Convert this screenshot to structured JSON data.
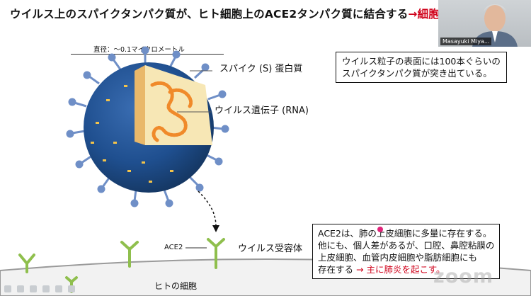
{
  "slide": {
    "title": "ウイルス上のスパイクタンパク質が、ヒト細胞上のACE2タンパク質に結合する",
    "title_accent": "→細胞",
    "diameter_label": "直径：～0.1マイクロメートル",
    "labels": {
      "spike": "スパイク (S) 蛋白質",
      "gene": "ウイルス遺伝子 (RNA)",
      "receptor": "ウイルス受容体",
      "ace2": "ACE2",
      "cell": "ヒトの細胞"
    },
    "callout_top": [
      "ウイルス粒子の表面には100本ぐらいの",
      "スパイクタンパク質が突き出ている。"
    ],
    "callout_bottom": {
      "lines": [
        "ACE2は、肺の上皮細胞に多量に存在する。",
        "他にも、個人差があるが、口腔、鼻腔粘膜の",
        "上皮細胞、血管内皮細胞や脂肪細胞にも"
      ],
      "last_line": "存在する",
      "last_line_accent": "→ 主に肺炎を起こす。"
    }
  },
  "video": {
    "participant_name": "Masayuki Miya..."
  },
  "watermark": "zoom",
  "icons": [
    "camera-icon",
    "pointer-icon",
    "pen-icon",
    "highlighter-icon",
    "eraser-icon",
    "save-icon"
  ],
  "colors": {
    "accent": "#d0021b",
    "virus_core": "#1f4f8f",
    "virus_dark": "#14355f",
    "spike": "#6f8fc7",
    "rna": "#f08a2a",
    "inner": "#f7e7b5",
    "receptor": "#8fbf4d",
    "membrane": "#b9b9b9"
  }
}
